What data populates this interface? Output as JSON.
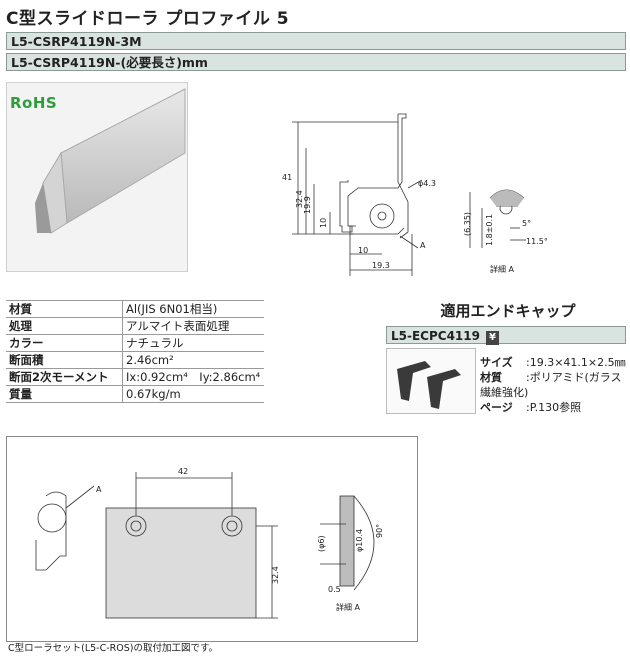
{
  "title": "C型スライドローラ プロファイル 5",
  "part_numbers": [
    "L5-CSRP4119N-3M",
    "L5-CSRP4119N-(必要長さ)mm"
  ],
  "rohs_logo": "RoHS",
  "spec_table": [
    {
      "key": "材質",
      "value": "Al(JIS 6N01相当)"
    },
    {
      "key": "処理",
      "value": "アルマイト表面処理"
    },
    {
      "key": "カラー",
      "value": "ナチュラル"
    },
    {
      "key": "断面積",
      "value": "2.46cm²"
    },
    {
      "key": "断面2次モーメント",
      "value": "Ix:0.92cm⁴　Iy:2.86cm⁴"
    },
    {
      "key": "質量",
      "value": "0.67kg/m"
    }
  ],
  "endcap": {
    "heading": "適用エンドキャップ",
    "part_number": "L5-ECPC4119",
    "price_badge": "¥",
    "specs": [
      {
        "key": "サイズ",
        "value": ":19.3×41.1×2.5㎜"
      },
      {
        "key": "材質",
        "value": ":ポリアミド(ガラス繊維強化)"
      },
      {
        "key": "ページ",
        "value": ":P.130参照"
      }
    ]
  },
  "drawing_profile": {
    "dims": [
      "41",
      "32.4",
      "19.9",
      "10",
      "10",
      "19.3",
      "φ4.3",
      "A"
    ],
    "detail_dims": [
      "(6.35)",
      "1.8±0.1",
      "5°",
      "11.5°",
      "詳細 A"
    ]
  },
  "drawing_mount": {
    "dims": [
      "42",
      "32.4",
      "A",
      "(φ6)",
      "φ10.4",
      "90°",
      "0.5",
      "詳細 A"
    ]
  },
  "note": "C型ローラセット(L5-C-ROS)の取付加工図です。"
}
